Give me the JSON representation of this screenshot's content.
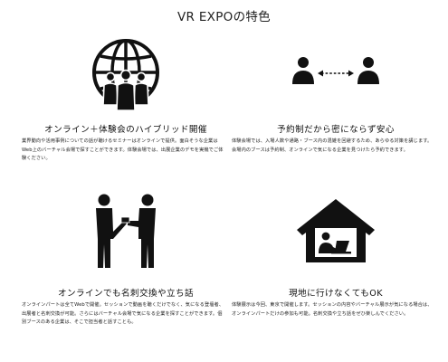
{
  "page": {
    "title": "VR EXPOの特色"
  },
  "features": [
    {
      "icon": "globe-people-icon",
      "title": "オンライン＋体験会のハイブリッド開催",
      "body": "業界動向や活用事例についての話が聴けるセミナーはオンラインで提供。面白そうな企業はWeb上のバーチャル会場で探すことができます。体験会場では、出展企業のデモを実機でご体験ください。"
    },
    {
      "icon": "social-distance-icon",
      "title": "予約制だから密にならず安心",
      "body": "体験会場では、入場人数や通路・ブース内の混雑を回避するため、あらゆる対策を講じます。会場内のブースは予約制、オンラインで気になる企業を見つけたら予約できます。"
    },
    {
      "icon": "business-card-exchange-icon",
      "title": "オンラインでも名刺交換や立ち話",
      "body": "オンラインパートは全てWebで開催。セッションで動画を聴くだけでなく、気になる登壇者、出展者と名刺交換が可能。さらにはバーチャル会場で気になる企業を探すことができます。個別ブースのある企業は、そこで担当者と話すことも。"
    },
    {
      "icon": "home-remote-work-icon",
      "title": "現地に行けなくてもOK",
      "body": "体験展示は今回、東京で開催します。セッションの内容やバーチャル展示が気になる場合は、オンラインパートだけの参加も可能。名刺交換や立ち話をぜひ楽しんでください。"
    }
  ]
}
